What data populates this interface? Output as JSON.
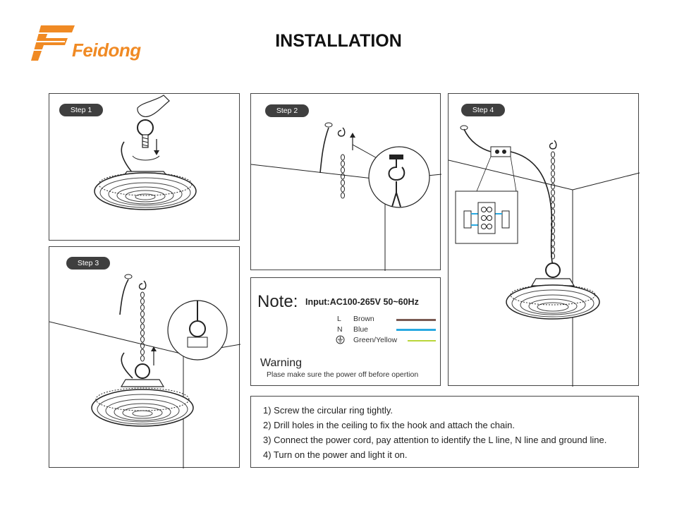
{
  "logo": {
    "text": "Feidong",
    "color": "#f08a24"
  },
  "page": {
    "title": "INSTALLATION"
  },
  "steps": [
    {
      "label": "Step 1"
    },
    {
      "label": "Step 2"
    },
    {
      "label": "Step 3"
    },
    {
      "label": "Step 4"
    }
  ],
  "note": {
    "title": "Note:",
    "input": "Input:AC100-265V 50~60Hz",
    "legend": [
      {
        "code": "L",
        "label": "Brown",
        "color": "#7a5a52"
      },
      {
        "code": "N",
        "label": "Blue",
        "color": "#29a9e1"
      },
      {
        "code": "ground-icon",
        "label": "Green/Yellow",
        "color": "#b9d63a"
      }
    ],
    "warning_title": "Warning",
    "warning_text": "Plase make sure the power off before opertion"
  },
  "instructions": [
    "1) Screw the circular ring tightly.",
    "2) Drill holes in the ceiling to fix the hook and attach the chain.",
    "3) Connect the power cord, pay attention to identify the L line, N line and ground line.",
    "4) Turn on the power and light it on."
  ]
}
